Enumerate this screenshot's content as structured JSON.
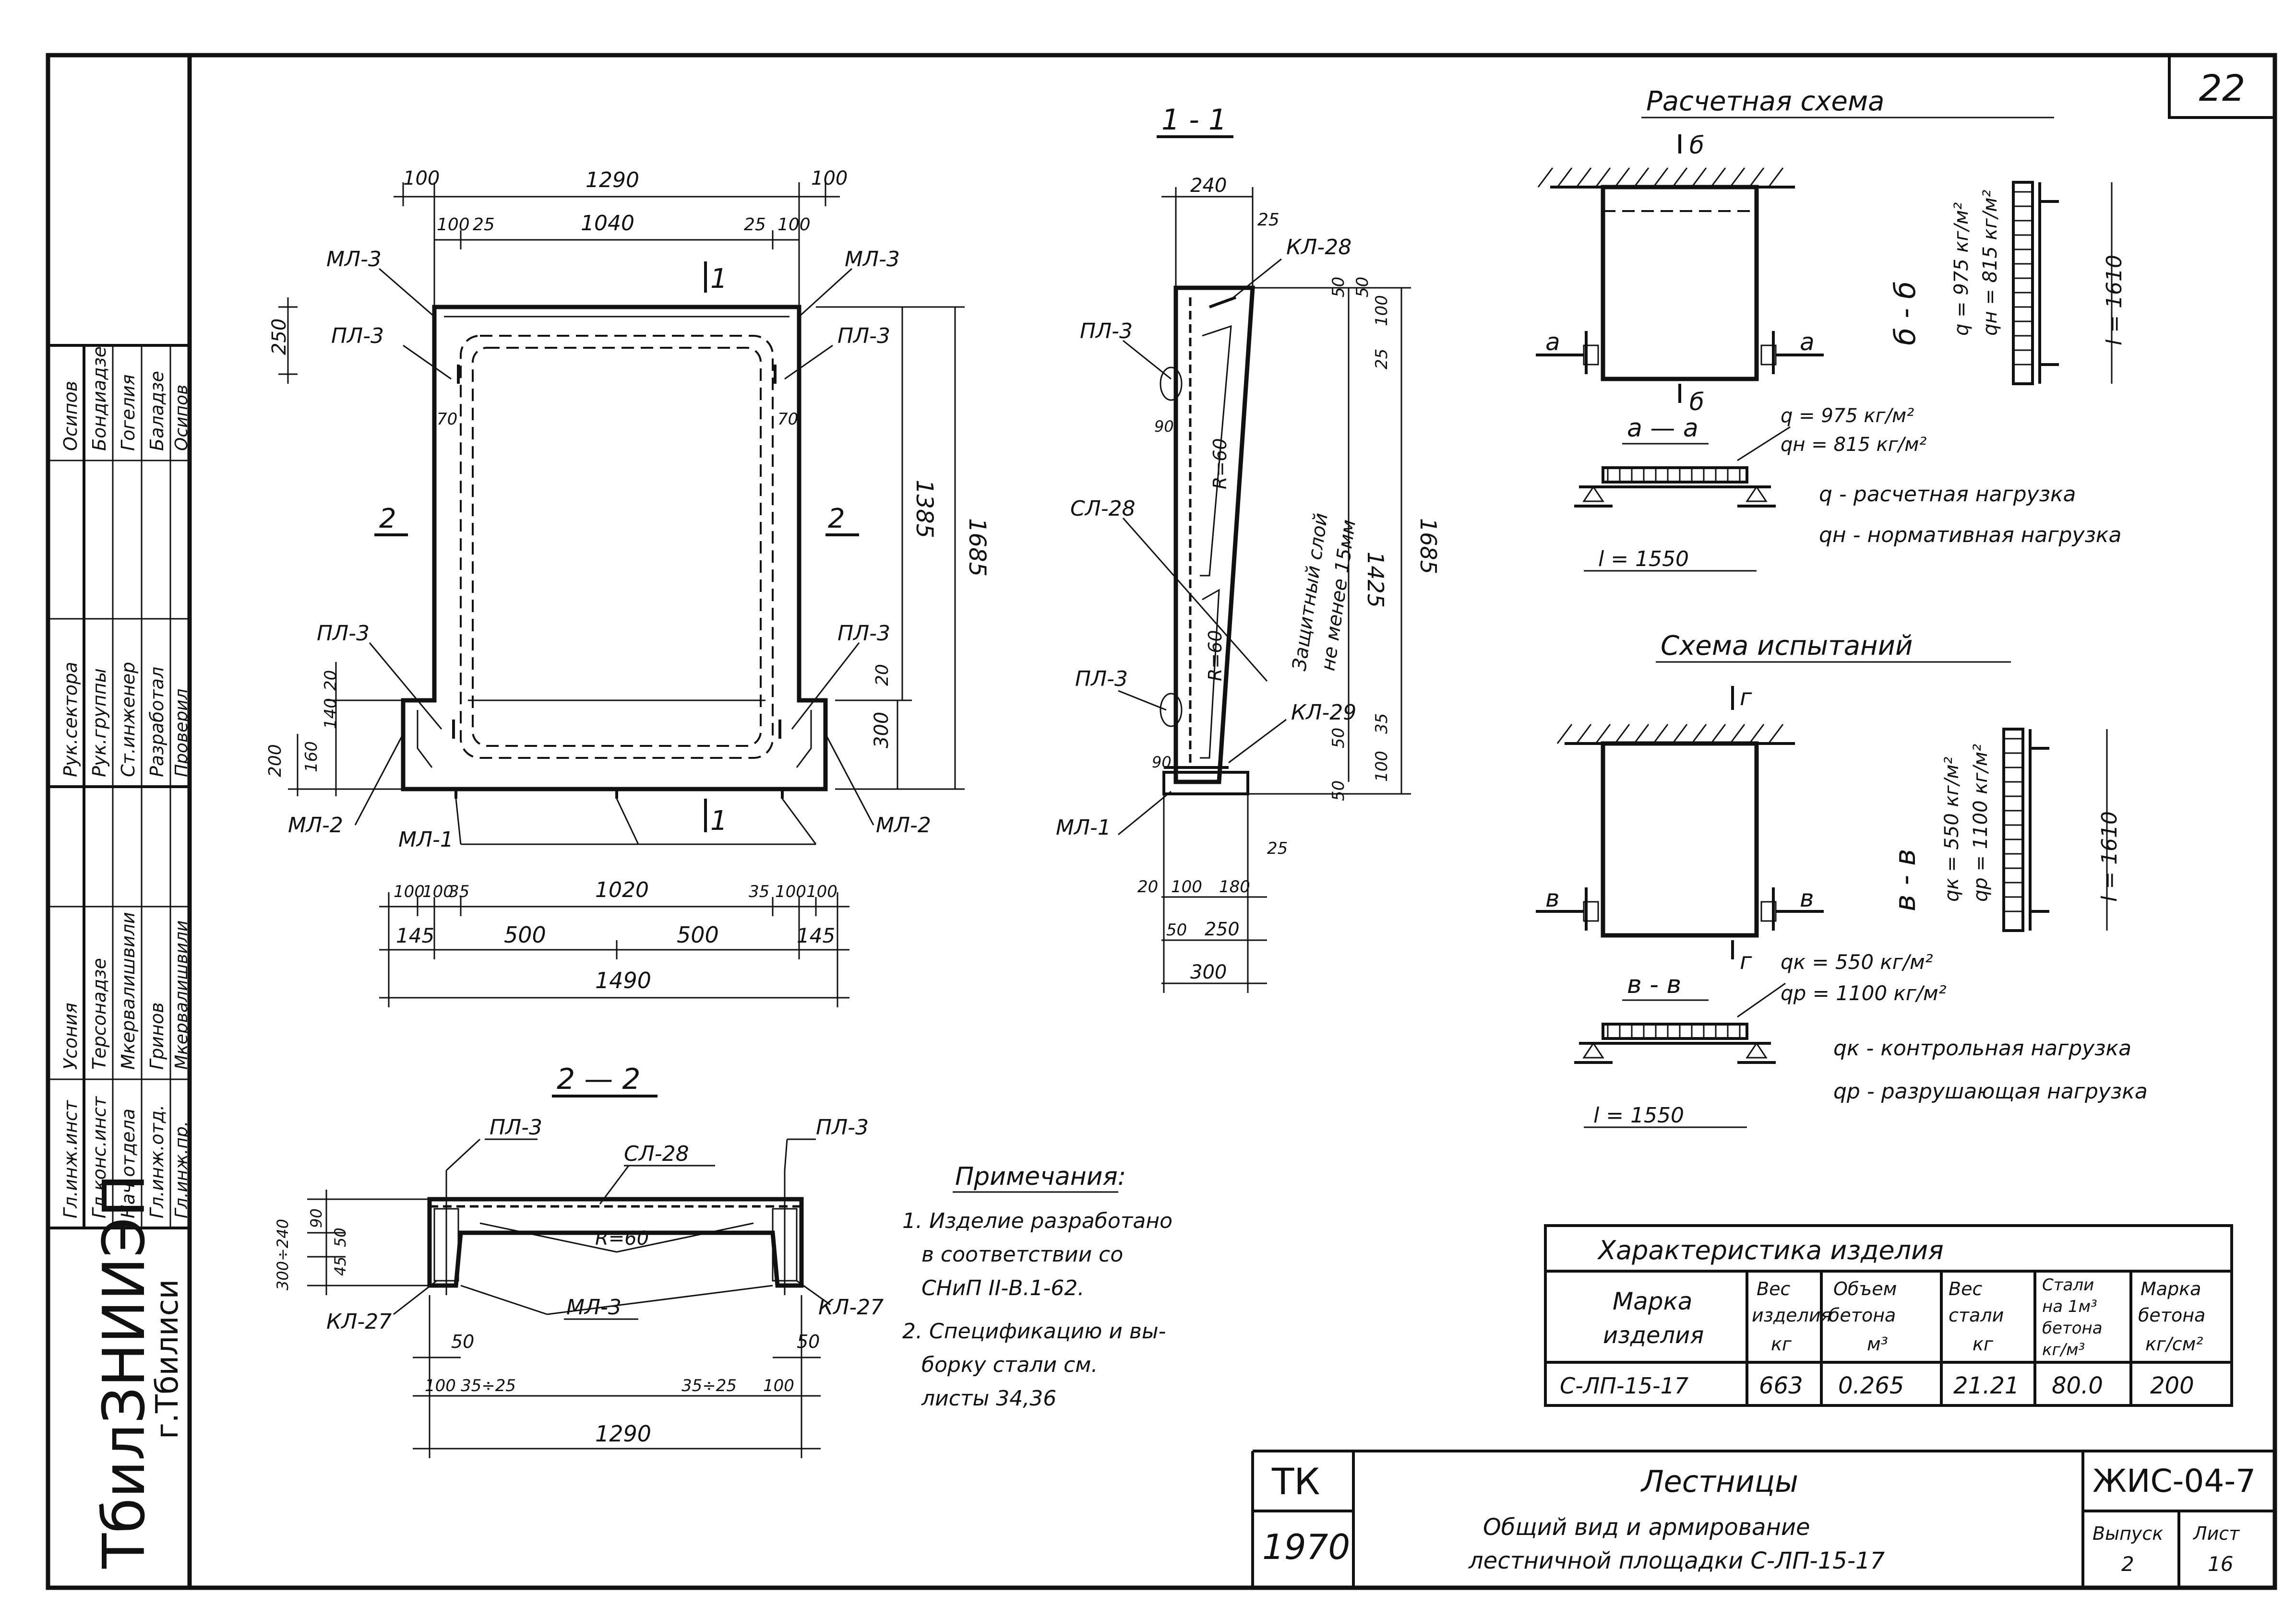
{
  "sheet": {
    "number": "22",
    "org_block": "ТбилЗНИИЭП",
    "org_city": "г.Тбилиси",
    "code": "ЖИС-04-7",
    "tk": "ТК",
    "year": "1970",
    "title": "Лестницы",
    "subtitle_1": "Общий вид и армирование",
    "subtitle_2": "лестничной площадки С-ЛП-15-17",
    "issue_label": "Выпуск",
    "issue_value": "2",
    "sheet_label": "Лист",
    "sheet_value": "16"
  },
  "stamp_rows": [
    {
      "role": "Гл.инж.инст",
      "name": "Усония",
      "role2": "Рук.сектора",
      "name2": "Осипов"
    },
    {
      "role": "Гл.конс.инст",
      "name": "Терсонадзе",
      "role2": "Рук.группы",
      "name2": "Бондиадзе"
    },
    {
      "role": "Нач.отдела",
      "name": "Мкервалишвили",
      "role2": "Ст.инженер",
      "name2": "Гогелия"
    },
    {
      "role": "Гл.инж.отд.",
      "name": "Гринов",
      "role2": "Разработал",
      "name2": "Баладзе"
    },
    {
      "role": "Гл.инж.пр.",
      "name": "Мкервалишвили",
      "role2": "Проверил",
      "name2": "Осипов"
    }
  ],
  "plan": {
    "dims_top_1": [
      "100",
      "1290",
      "100"
    ],
    "dims_top_2": [
      "100",
      "25",
      "1040",
      "25",
      "100"
    ],
    "dims_bottom_1": [
      "100",
      "100",
      "35",
      "1020",
      "35",
      "100",
      "100"
    ],
    "dims_bottom_2": [
      "145",
      "500",
      "500",
      "145"
    ],
    "dims_bottom_3": "1490",
    "dims_right_1": "1385",
    "dims_right_2": "1685",
    "dim_left_top": "250",
    "dims_left_bottom": [
      "20",
      "140",
      "160",
      "200"
    ],
    "dim_300": "300",
    "dim_20": "20",
    "dim_70_left": "70",
    "dim_70_right": "70",
    "labels": {
      "ml3_left": "МЛ-3",
      "ml3_right": "МЛ-3",
      "pl3_tl": "ПЛ-3",
      "pl3_tr": "ПЛ-3",
      "pl3_bl": "ПЛ-3",
      "pl3_br": "ПЛ-3",
      "ml2_left": "МЛ-2",
      "ml2_right": "МЛ-2",
      "ml1": "МЛ-1",
      "sec1_top": "1",
      "sec1_bottom": "1",
      "sec2_left": "2",
      "sec2_right": "2"
    }
  },
  "section_1_1": {
    "title": "1 - 1",
    "dims_top": [
      "240",
      "25"
    ],
    "dims_right_1": [
      "50",
      "50",
      "25",
      "100"
    ],
    "dims_right_2": [
      "1425",
      "1685"
    ],
    "dims_right_bot": [
      "50",
      "35",
      "100",
      "50"
    ],
    "dims_bottom_1": [
      "20",
      "100",
      "180",
      "25"
    ],
    "dims_bottom_2": [
      "50",
      "250"
    ],
    "dims_bottom_3": "300",
    "dim_90_top": "90",
    "dim_90_bot": "90",
    "r_top": "R=60",
    "r_bot": "R=60",
    "labels": {
      "kl28": "КЛ-28",
      "pl3_top": "ПЛ-3",
      "sl28": "СЛ-28",
      "pl3_bot": "ПЛ-3",
      "kl29": "КЛ-29",
      "ml1": "МЛ-1"
    },
    "note_1": "Защитный слой",
    "note_2": "не менее 15мм"
  },
  "section_2_2": {
    "title": "2 — 2",
    "labels": {
      "pl3_left": "ПЛ-3",
      "pl3_right": "ПЛ-3",
      "sl28": "СЛ-28",
      "kl27_left": "КЛ-27",
      "kl27_right": "КЛ-27",
      "ml3": "МЛ-3",
      "r": "R=60"
    },
    "dims_left": [
      "90",
      "50",
      "45",
      "300÷240"
    ],
    "dims_bottom_1": [
      "50",
      "50"
    ],
    "dims_bottom_2": [
      "100",
      "35÷25",
      "35÷25",
      "100"
    ],
    "dims_bottom_3": "1290"
  },
  "notes": {
    "title": "Примечания:",
    "lines": [
      "1. Изделие разработано",
      "в соответствии со",
      "СНиП II-В.1-62.",
      "2. Спецификацию и вы-",
      "борку стали см.",
      "листы 34,36"
    ]
  },
  "calc_scheme": {
    "title": "Расчетная схема",
    "sec_label_top": "б",
    "sec_label_bot": "б",
    "side_a_left": "а",
    "side_a_right": "а",
    "section_aa": "а — а",
    "section_bb_label": "б - б",
    "q_vertical_1": "q = 975 кг/м²",
    "q_vertical_2": "qн = 815 кг/м²",
    "l_vertical": "l = 1610",
    "q_1": "q = 975 кг/м²",
    "q_2": "qн = 815 кг/м²",
    "l_horizontal": "l = 1550",
    "legend_1": "q - расчетная нагрузка",
    "legend_2": "qн - нормативная нагрузка"
  },
  "test_scheme": {
    "title": "Схема испытаний",
    "sec_label_top": "г",
    "sec_label_bot": "г",
    "side_v_left": "в",
    "side_v_right": "в",
    "section_vv": "в - в",
    "section_gg_label": "в - в",
    "q_vertical_1": "qк = 550 кг/м²",
    "q_vertical_2": "qр = 1100 кг/м²",
    "l_vertical": "l = 1610",
    "q_1": "qк = 550 кг/м²",
    "q_2": "qр = 1100 кг/м²",
    "l_horizontal": "l = 1550",
    "legend_1": "qк - контрольная нагрузка",
    "legend_2": "qр - разрушающая нагрузка"
  },
  "characteristics": {
    "title": "Характеристика изделия",
    "headers": [
      [
        "Марка",
        "изделия"
      ],
      [
        "Вес",
        "изделия",
        "кг"
      ],
      [
        "Объем",
        "бетона",
        "м³"
      ],
      [
        "Вес",
        "стали",
        "кг"
      ],
      [
        "Стали",
        "на 1м³",
        "бетона",
        "кг/м³"
      ],
      [
        "Марка",
        "бетона",
        "кг/см²"
      ]
    ],
    "row": [
      "С-ЛП-15-17",
      "663",
      "0.265",
      "21.21",
      "80.0",
      "200"
    ]
  }
}
